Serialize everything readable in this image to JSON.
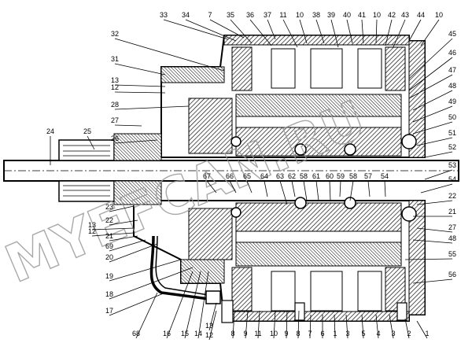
{
  "watermark": "MYEFCAN.RU",
  "callouts": [
    {
      "id": "33",
      "label": "33"
    },
    {
      "id": "34",
      "label": "34"
    },
    {
      "id": "7t",
      "label": "7"
    },
    {
      "id": "35",
      "label": "35"
    },
    {
      "id": "36",
      "label": "36"
    },
    {
      "id": "37",
      "label": "37"
    },
    {
      "id": "11t",
      "label": "11"
    },
    {
      "id": "10t1",
      "label": "10"
    },
    {
      "id": "38",
      "label": "38"
    },
    {
      "id": "39",
      "label": "39"
    },
    {
      "id": "40",
      "label": "40"
    },
    {
      "id": "41",
      "label": "41"
    },
    {
      "id": "10t2",
      "label": "10"
    },
    {
      "id": "42",
      "label": "42"
    },
    {
      "id": "43",
      "label": "43"
    },
    {
      "id": "44",
      "label": "44"
    },
    {
      "id": "10t3",
      "label": "10"
    },
    {
      "id": "32",
      "label": "32"
    },
    {
      "id": "31",
      "label": "31"
    },
    {
      "id": "13a",
      "label": "13"
    },
    {
      "id": "12a",
      "label": "12"
    },
    {
      "id": "28",
      "label": "28"
    },
    {
      "id": "27a",
      "label": "27"
    },
    {
      "id": "26",
      "label": "26"
    },
    {
      "id": "24",
      "label": "24"
    },
    {
      "id": "25",
      "label": "25"
    },
    {
      "id": "45",
      "label": "45"
    },
    {
      "id": "46",
      "label": "46"
    },
    {
      "id": "47",
      "label": "47"
    },
    {
      "id": "48a",
      "label": "48"
    },
    {
      "id": "49",
      "label": "49"
    },
    {
      "id": "50",
      "label": "50"
    },
    {
      "id": "51",
      "label": "51"
    },
    {
      "id": "52",
      "label": "52"
    },
    {
      "id": "53",
      "label": "53"
    },
    {
      "id": "54r",
      "label": "54"
    },
    {
      "id": "22r",
      "label": "22"
    },
    {
      "id": "21r",
      "label": "21"
    },
    {
      "id": "27b",
      "label": "27"
    },
    {
      "id": "48b",
      "label": "48"
    },
    {
      "id": "55",
      "label": "55"
    },
    {
      "id": "56",
      "label": "56"
    },
    {
      "id": "67",
      "label": "67"
    },
    {
      "id": "66",
      "label": "66"
    },
    {
      "id": "65",
      "label": "65"
    },
    {
      "id": "64",
      "label": "64"
    },
    {
      "id": "63",
      "label": "63"
    },
    {
      "id": "62",
      "label": "62"
    },
    {
      "id": "58a",
      "label": "58"
    },
    {
      "id": "61",
      "label": "61"
    },
    {
      "id": "60",
      "label": "60"
    },
    {
      "id": "59",
      "label": "59"
    },
    {
      "id": "58b",
      "label": "58"
    },
    {
      "id": "57",
      "label": "57"
    },
    {
      "id": "54m",
      "label": "54"
    },
    {
      "id": "23",
      "label": "23"
    },
    {
      "id": "22l",
      "label": "22"
    },
    {
      "id": "13b",
      "label": "13"
    },
    {
      "id": "12b",
      "label": "12"
    },
    {
      "id": "21l",
      "label": "21"
    },
    {
      "id": "69",
      "label": "69"
    },
    {
      "id": "20",
      "label": "20"
    },
    {
      "id": "19",
      "label": "19"
    },
    {
      "id": "18",
      "label": "18"
    },
    {
      "id": "17",
      "label": "17"
    },
    {
      "id": "68",
      "label": "68"
    },
    {
      "id": "16",
      "label": "16"
    },
    {
      "id": "15",
      "label": "15"
    },
    {
      "id": "14",
      "label": "14"
    },
    {
      "id": "13c",
      "label": "13"
    },
    {
      "id": "12c",
      "label": "12"
    },
    {
      "id": "8b1",
      "label": "8"
    },
    {
      "id": "9b1",
      "label": "9"
    },
    {
      "id": "11b",
      "label": "11"
    },
    {
      "id": "10b",
      "label": "10"
    },
    {
      "id": "9b2",
      "label": "9"
    },
    {
      "id": "8b2",
      "label": "8"
    },
    {
      "id": "7b",
      "label": "7"
    },
    {
      "id": "6",
      "label": "6"
    },
    {
      "id": "1b1",
      "label": "1"
    },
    {
      "id": "3b1",
      "label": "3"
    },
    {
      "id": "5",
      "label": "5"
    },
    {
      "id": "4",
      "label": "4"
    },
    {
      "id": "3b2",
      "label": "3"
    },
    {
      "id": "2",
      "label": "2"
    },
    {
      "id": "1b2",
      "label": "1"
    }
  ]
}
